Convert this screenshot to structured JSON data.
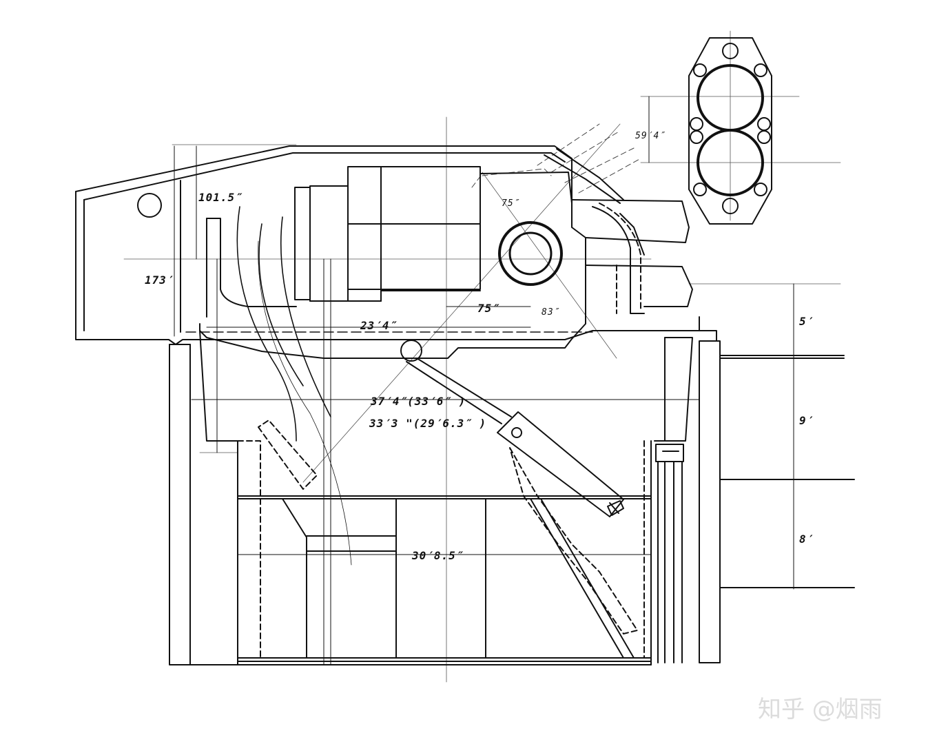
{
  "dimensions": {
    "height_1": "101.5″",
    "height_2": "173′",
    "upper_span": "23′4″",
    "slide_offset": "75″",
    "angle_upper": "75″",
    "angle_lower": "83″",
    "ring_spacing": "59′4″",
    "width_outer": "37′4″(33′6″  )",
    "width_inner": "33′3 \"(29′6.3″ )",
    "floor_width": "30′8.5″",
    "segment_top": "5′",
    "segment_mid": "9′",
    "segment_bottom": "8′"
  },
  "watermark": "知乎 @烟雨",
  "colors": {
    "line": "#111111",
    "thin": "#555555",
    "background": "#ffffff"
  }
}
